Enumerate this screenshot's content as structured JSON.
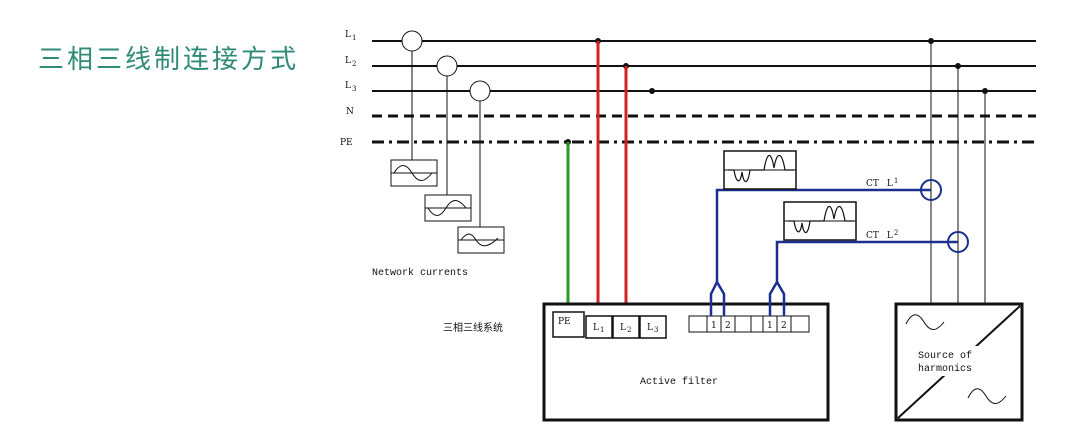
{
  "title": "三相三线制连接方式",
  "system_label": "三相三线系统",
  "bus_labels": {
    "l1": "L",
    "l1_sub": "1",
    "l2": "L",
    "l2_sub": "2",
    "l3": "L",
    "l3_sub": "3",
    "n": "N",
    "pe": "PE"
  },
  "network_currents": "Network currents",
  "filter": {
    "label": "Active filter",
    "terminal_pe": "PE",
    "terminal_l": "L",
    "sub1": "1",
    "sub2": "2",
    "sub3": "3",
    "ct_a_1": "1",
    "ct_a_2": "2",
    "ct_b_1": "1",
    "ct_b_2": "2"
  },
  "ct": {
    "ct1_prefix": "CT",
    "ct1_l": "L",
    "ct1_sub": "1",
    "ct2_prefix": "CT",
    "ct2_l": "L",
    "ct2_sub": "2"
  },
  "source": {
    "line1": "Source of",
    "line2": "harmonics"
  },
  "colors": {
    "phase": "#d42020",
    "pe_wire": "#2a9a2a",
    "ct_wire": "#1a2f8f",
    "title": "#2f8a78",
    "line": "#111111"
  }
}
